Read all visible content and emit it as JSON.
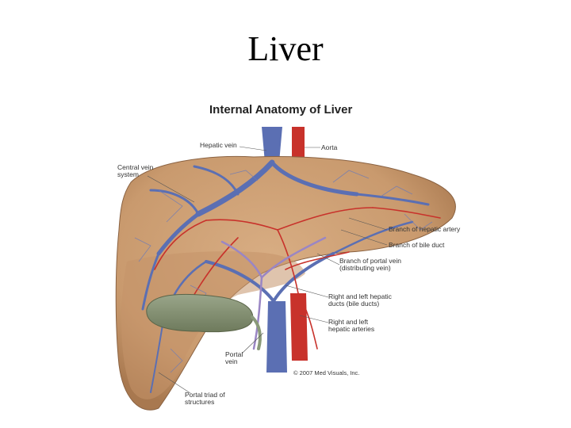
{
  "slide": {
    "title": "Liver"
  },
  "figure": {
    "title": "Internal Anatomy of Liver",
    "labels": {
      "hepatic_vein": "Hepatic vein",
      "aorta": "Aorta",
      "central_vein_1": "Central vein",
      "central_vein_2": "system",
      "branch_hepatic_artery": "Branch of hepatic artery",
      "branch_bile_duct": "Branch of bile duct",
      "branch_portal_vein_1": "Branch of portal vein",
      "branch_portal_vein_2": "(distributing vein)",
      "hepatic_ducts_1": "Right and left hepatic",
      "hepatic_ducts_2": "ducts (bile ducts)",
      "hepatic_arteries_1": "Right and left",
      "hepatic_arteries_2": "hepatic arteries",
      "portal_vein_1": "Portal",
      "portal_vein_2": "vein",
      "portal_triad_1": "Portal triad of",
      "portal_triad_2": "structures",
      "copyright": "© 2007 Med Visuals, Inc."
    },
    "colors": {
      "liver": "#c99a6e",
      "liver_dark": "#a8784f",
      "vein_blue": "#5b6fb3",
      "artery_red": "#c8322b",
      "bile_green": "#8a9a7a",
      "gallbladder": "#7e8a6a"
    }
  }
}
